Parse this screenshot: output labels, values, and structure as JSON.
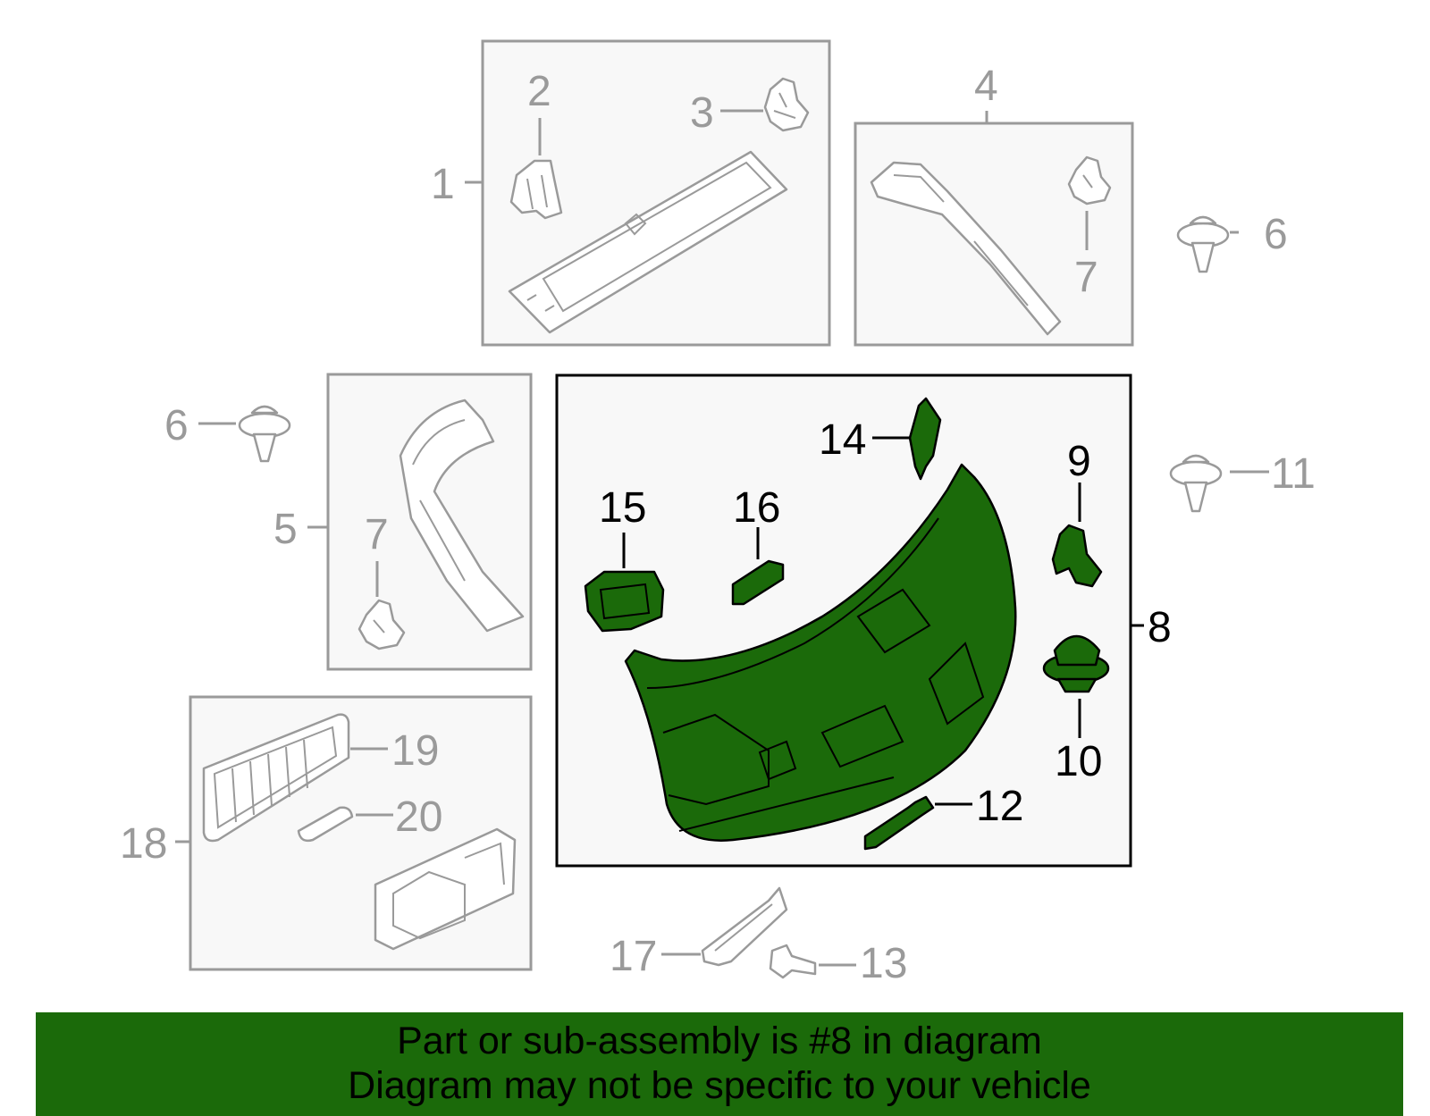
{
  "diagram": {
    "callouts": {
      "c1": "1",
      "c2": "2",
      "c3": "3",
      "c4": "4",
      "c5": "5",
      "c6a": "6",
      "c6b": "6",
      "c7a": "7",
      "c7b": "7",
      "c8": "8",
      "c9": "9",
      "c10": "10",
      "c11": "11",
      "c12": "12",
      "c13": "13",
      "c14": "14",
      "c15": "15",
      "c16": "16",
      "c17": "17",
      "c18": "18",
      "c19": "19",
      "c20": "20"
    },
    "highlight_part": "8",
    "colors": {
      "highlight_fill": "#1b6a0a",
      "frame_gray": "#9a9a9a",
      "frame_black": "#000000",
      "box_fill": "#f8f8f8"
    }
  },
  "banner": {
    "line1": "Part or sub-assembly is #8 in diagram",
    "line2": "Diagram may not be specific to your vehicle"
  }
}
